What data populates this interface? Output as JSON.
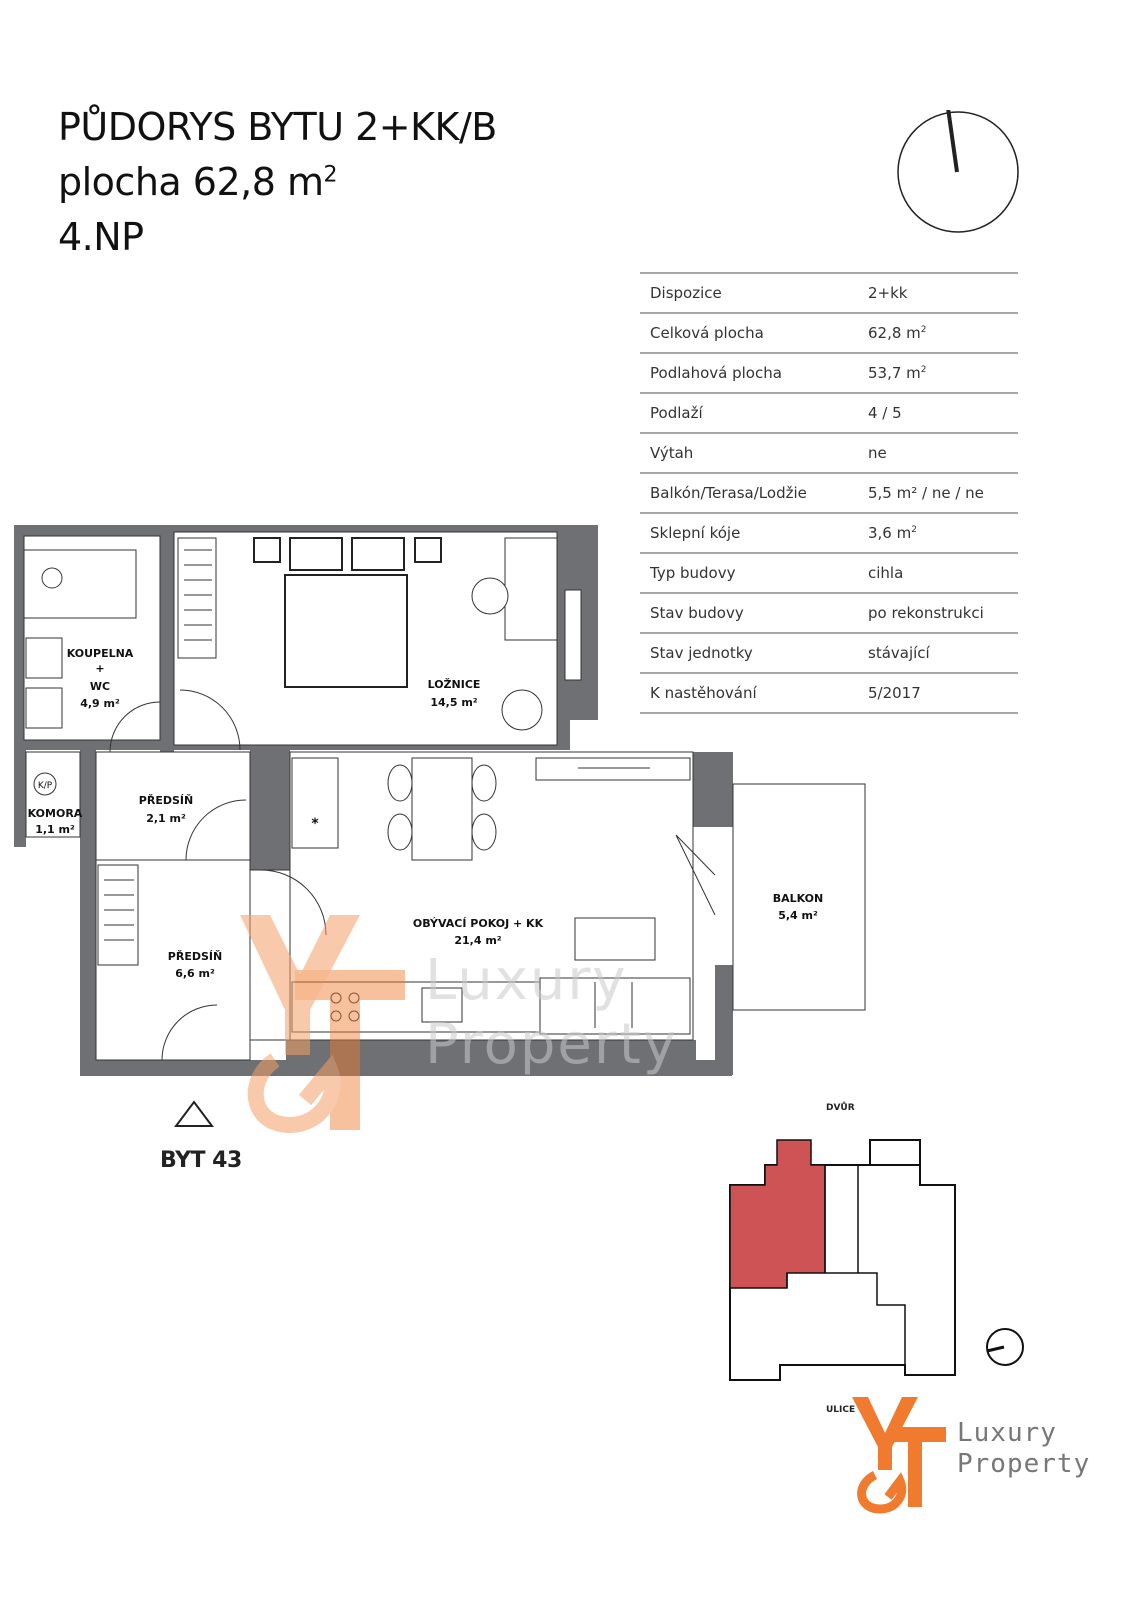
{
  "title": {
    "line1": "PŮDORYS BYTU 2+KK/B",
    "line2_prefix": "plocha 62,8 m",
    "line2_sup": "2",
    "line3": "4.NP"
  },
  "params": [
    {
      "label": "Dispozice",
      "value": "2+kk",
      "sup": ""
    },
    {
      "label": "Celková plocha",
      "value": "62,8 m",
      "sup": "2"
    },
    {
      "label": "Podlahová plocha",
      "value": "53,7 m",
      "sup": "2"
    },
    {
      "label": "Podlaží",
      "value": "4 / 5",
      "sup": ""
    },
    {
      "label": "Výtah",
      "value": "ne",
      "sup": ""
    },
    {
      "label": "Balkón/Terasa/Lodžie",
      "value": "5,5 m² / ne / ne",
      "sup": ""
    },
    {
      "label": "Sklepní kóje",
      "value": "3,6 m",
      "sup": "2"
    },
    {
      "label": "Typ budovy",
      "value": "cihla",
      "sup": ""
    },
    {
      "label": "Stav budovy",
      "value": "po rekonstrukci",
      "sup": ""
    },
    {
      "label": "Stav jednotky",
      "value": "stávající",
      "sup": ""
    },
    {
      "label": "K nastěhování",
      "value": "5/2017",
      "sup": ""
    }
  ],
  "rooms": {
    "koupelna_1": "KOUPELNA",
    "koupelna_2": "+",
    "koupelna_3": "WC",
    "koupelna_area": "4,9 m²",
    "loznice": "LOŽNICE",
    "loznice_area": "14,5 m²",
    "predsin1": "PŘEDSÍŇ",
    "predsin1_area": "2,1 m²",
    "komora": "KOMORA",
    "komora_area": "1,1 m²",
    "kp": "K/P",
    "obyvaci": "OBÝVACÍ POKOJ + KK",
    "obyvaci_area": "21,4 m²",
    "balkon": "BALKON",
    "balkon_area": "5,4 m²",
    "predsin2": "PŘEDSÍŇ",
    "predsin2_area": "6,6 m²",
    "star": "*"
  },
  "unit_label": "BYT 43",
  "site": {
    "dvur": "DVŮR",
    "ulice": "ULICE"
  },
  "watermark": {
    "line1": "Luxury",
    "line2": "Property"
  },
  "brand": {
    "line1": "Luxury",
    "line2": "Property"
  },
  "colors": {
    "wall": "#6e7073",
    "highlight": "#cd5355",
    "brand_orange": "#f07a2e"
  }
}
